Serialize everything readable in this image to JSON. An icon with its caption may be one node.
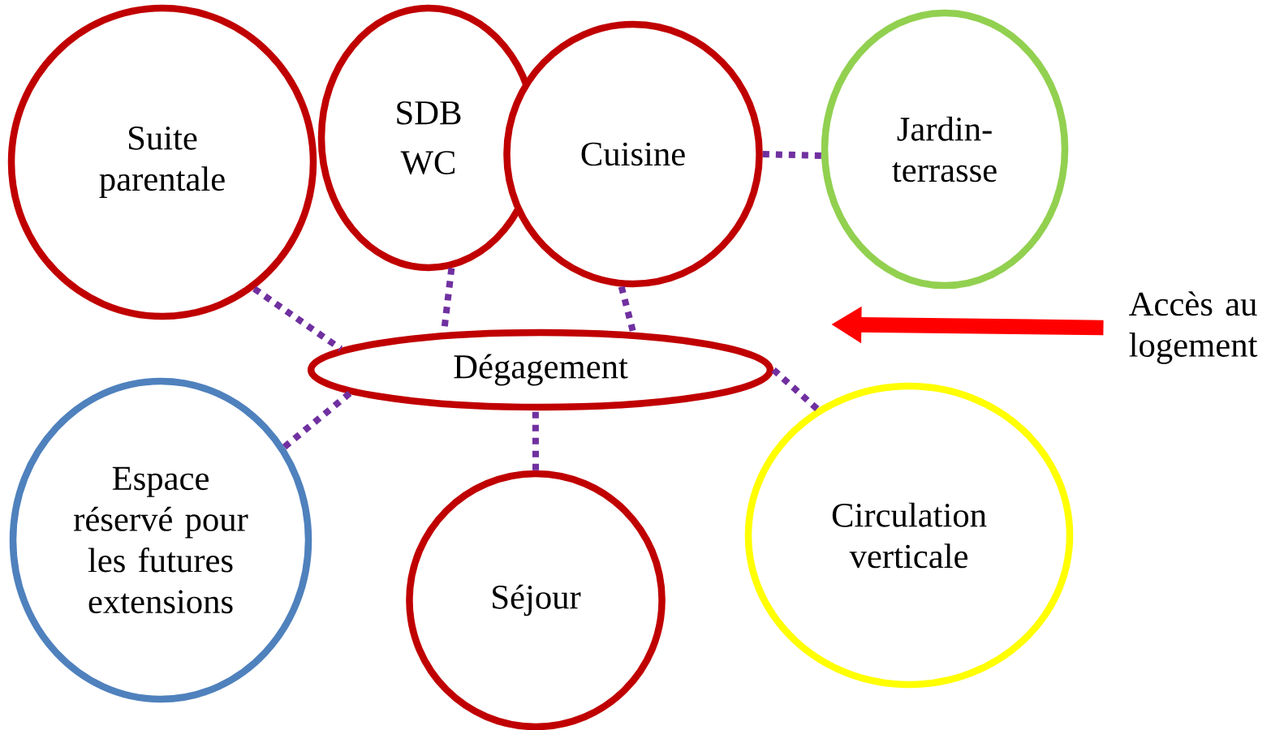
{
  "diagram": {
    "nodes": [
      {
        "text": [
          "Suite parentale"
        ]
      },
      {
        "text": [
          "SDB",
          "WC"
        ]
      },
      {
        "text": [
          "Cuisine"
        ]
      },
      {
        "text": [
          "Jardin-terrasse"
        ]
      },
      {
        "text": [
          "Dégagement"
        ]
      },
      {
        "text": [
          "Espace réservé pour les futures extensions"
        ]
      },
      {
        "text": [
          "Séjour"
        ]
      },
      {
        "text": [
          "Circulation verticale"
        ]
      },
      {
        "text": [
          "Accès au logement"
        ]
      }
    ],
    "edges": [
      {
        "from": 0,
        "to": 4,
        "arrow": "none",
        "style": "dashed"
      },
      {
        "from": 1,
        "to": 4,
        "arrow": "none",
        "style": "dashed"
      },
      {
        "from": 2,
        "to": 4,
        "arrow": "none",
        "style": "dashed"
      },
      {
        "from": 2,
        "to": 3,
        "arrow": "none",
        "style": "dashed"
      },
      {
        "from": 5,
        "to": 4,
        "arrow": "none",
        "style": "dashed"
      },
      {
        "from": 6,
        "to": 4,
        "arrow": "none",
        "style": "dashed"
      },
      {
        "from": 7,
        "to": 4,
        "arrow": "none",
        "style": "dashed"
      },
      {
        "from": 8,
        "to": null,
        "arrow": "to",
        "style": "thick",
        "color": "#ff0000"
      }
    ]
  }
}
